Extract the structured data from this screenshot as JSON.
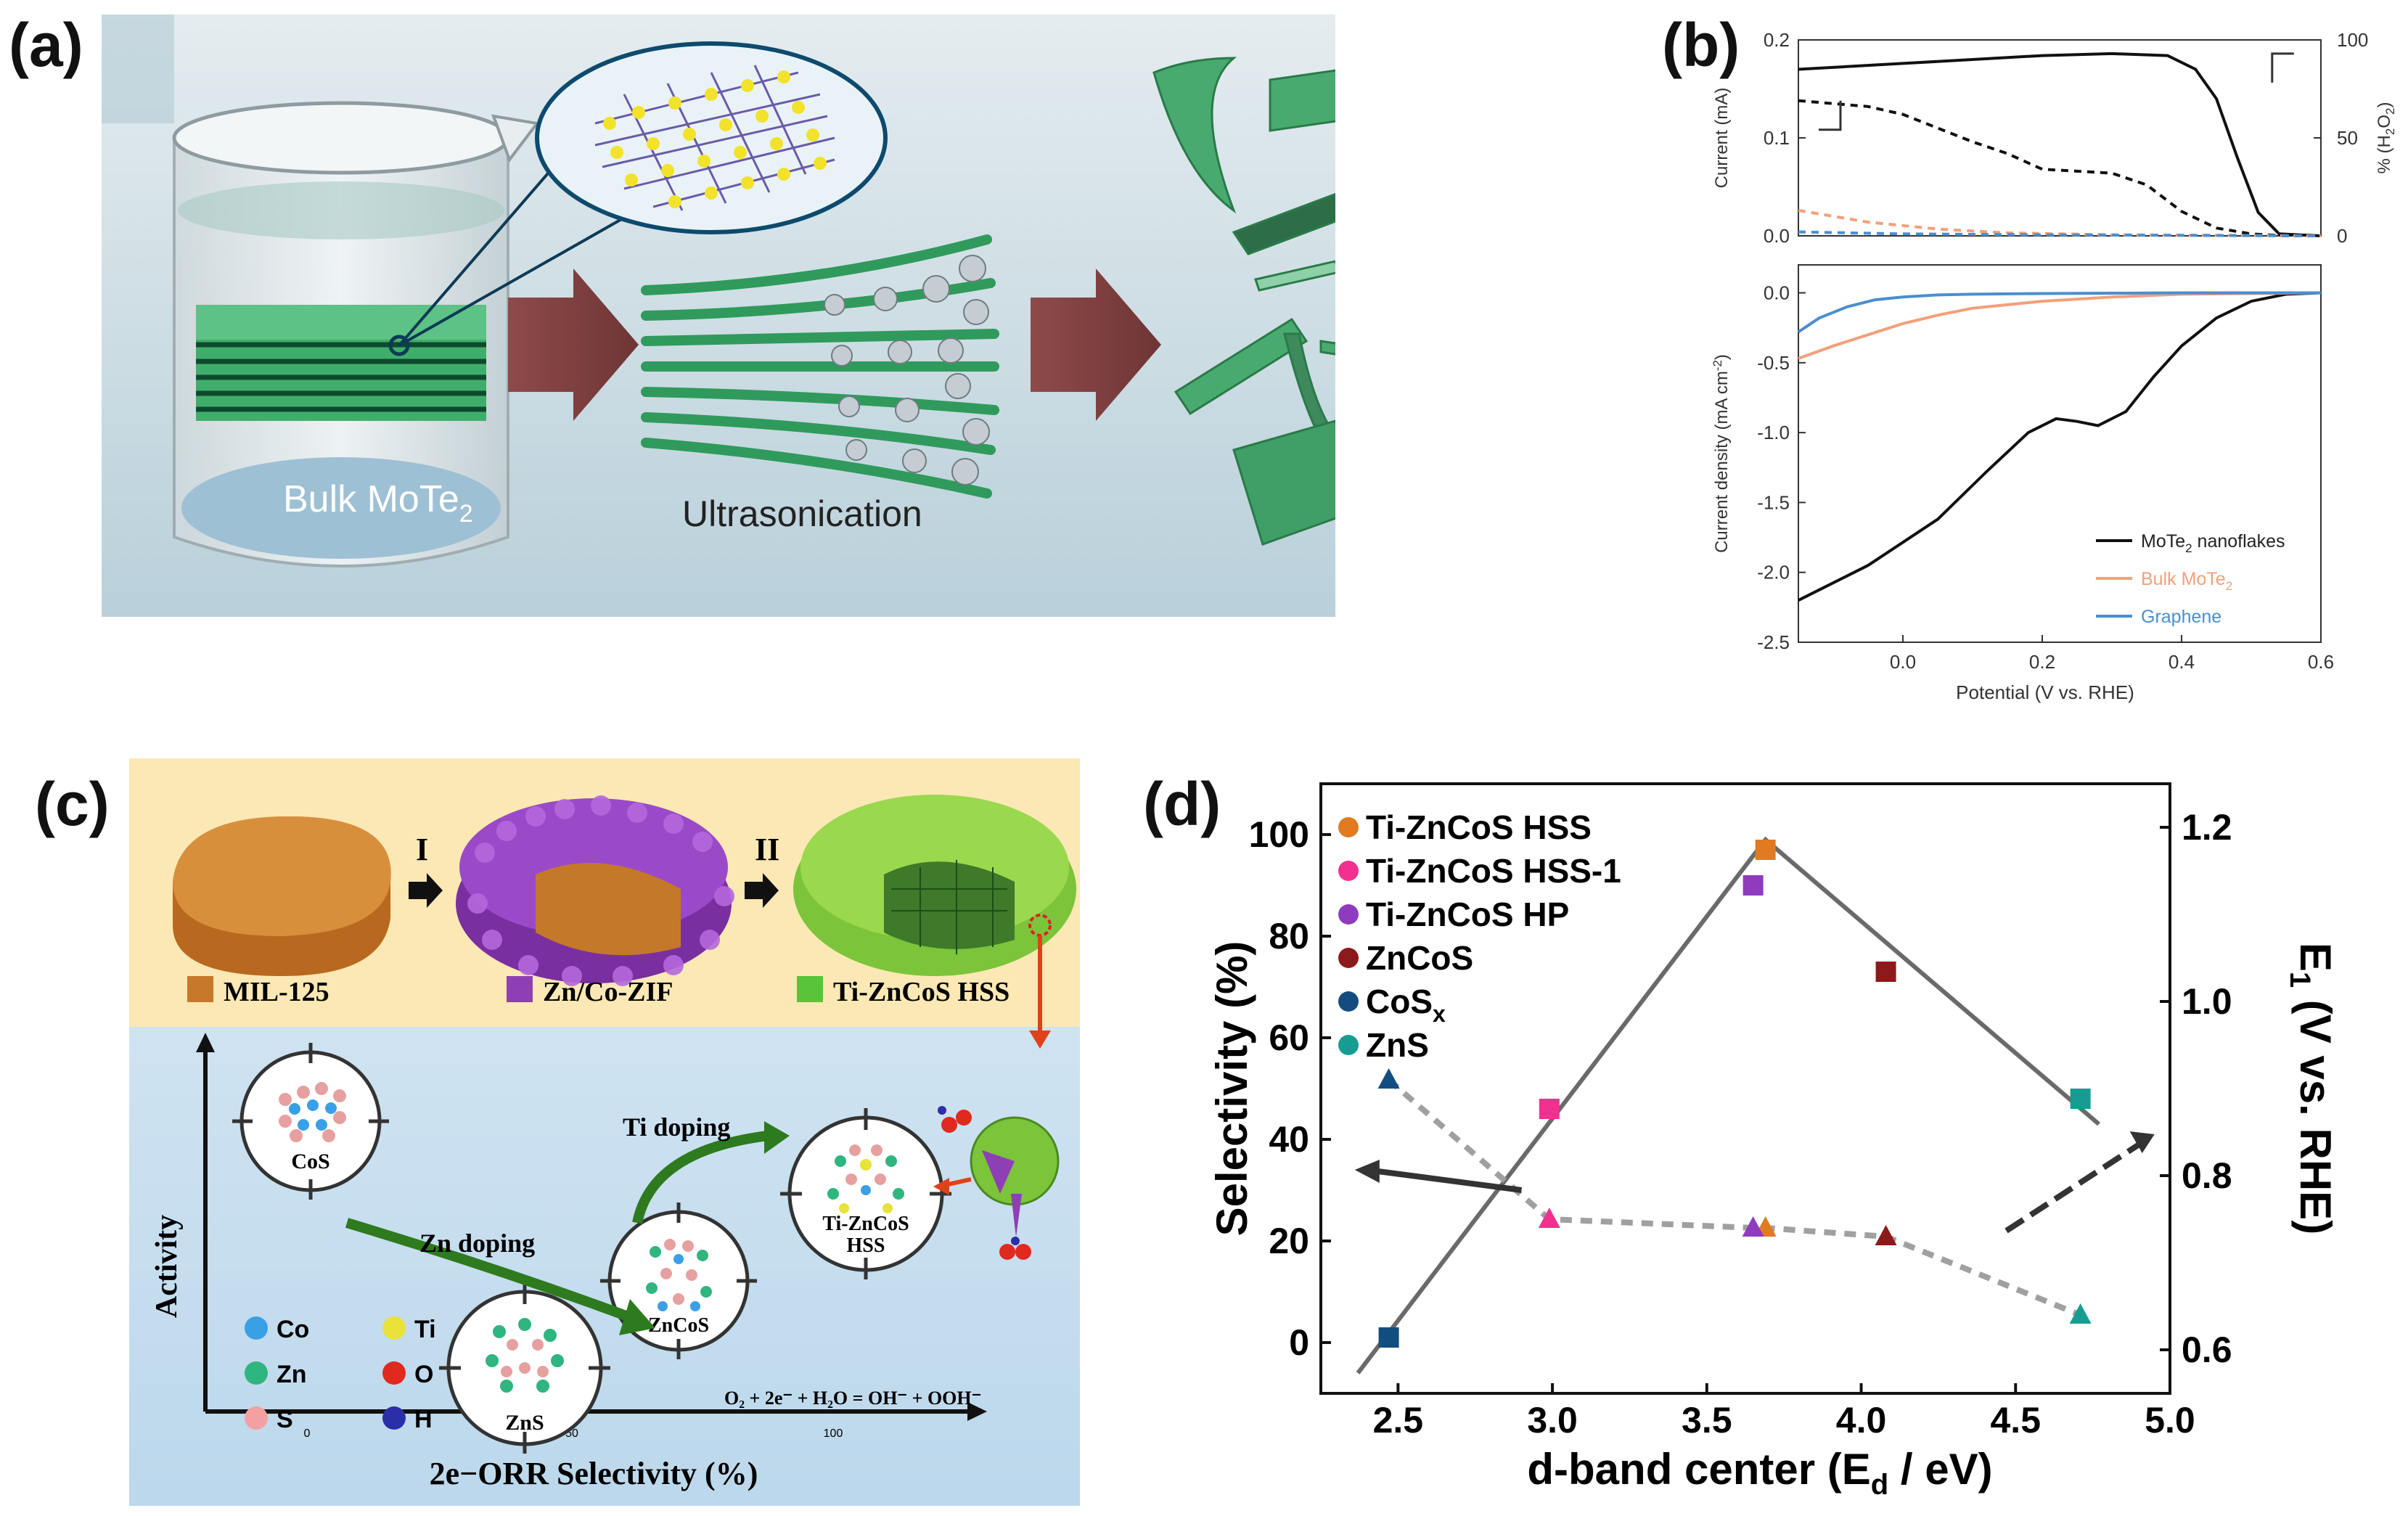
{
  "panels": {
    "a": {
      "letter": "(a)",
      "bulk_label": "Bulk MoTe",
      "bulk_sub": "2",
      "process_label": "Ultrasonication"
    },
    "b": {
      "letter": "(b)"
    },
    "c": {
      "letter": "(c)",
      "step1": "I",
      "step2": "II",
      "legend_top": [
        "MIL-125",
        "Zn/Co-ZIF",
        "Ti-ZnCoS HSS"
      ],
      "legend_top_colors": [
        "#c8782a",
        "#8e3fb5",
        "#59c43a"
      ],
      "y_axis": "Activity",
      "x_axis": "2e−ORR Selectivity (%)",
      "x_ticks": [
        "0",
        "50",
        "100"
      ],
      "zn_doping": "Zn doping",
      "ti_doping": "Ti doping",
      "labels": {
        "cos": "CoS",
        "zns": "ZnS",
        "zncos": "ZnCoS",
        "tizncos1": "Ti-ZnCoS",
        "tizncos2": "HSS"
      },
      "atoms": [
        {
          "label": "Co",
          "color": "#3aa0e6"
        },
        {
          "label": "Ti",
          "color": "#e8e23a"
        },
        {
          "label": "Zn",
          "color": "#2fb57f"
        },
        {
          "label": "O",
          "color": "#e0291f"
        },
        {
          "label": "S",
          "color": "#f2a0a0"
        },
        {
          "label": "H",
          "color": "#2a2fa8"
        }
      ],
      "equation": "O₂ + 2e⁻ + H₂O = OH⁻ + OOH⁻"
    },
    "d": {
      "letter": "(d)"
    }
  },
  "chart_data": [
    {
      "id": "b-top",
      "type": "line",
      "xlim": [
        -0.15,
        0.6
      ],
      "ylabel_left": "Current (mA)",
      "ylim_left": [
        0,
        0.2
      ],
      "yticks_left": [
        "0.0",
        "0.1",
        "0.2"
      ],
      "ylabel_right": "% (H",
      "ylabel_right_sub": "2",
      "ylabel_right_end": "O",
      "ylabel_right_sub2": "2",
      "ylabel_right_close": ")",
      "ylim_right": [
        0,
        100
      ],
      "yticks_right": [
        "0",
        "50",
        "100"
      ],
      "series": [
        {
          "axis": "right",
          "style": "solid",
          "color": "#111111",
          "x": [
            -0.15,
            0.0,
            0.1,
            0.2,
            0.3,
            0.38,
            0.42,
            0.45,
            0.48,
            0.51,
            0.54,
            0.6
          ],
          "y": [
            85,
            88,
            90,
            92,
            93,
            92,
            85,
            70,
            40,
            12,
            1,
            0
          ]
        },
        {
          "axis": "left",
          "style": "dashed",
          "color": "#111111",
          "x": [
            -0.15,
            -0.05,
            0.0,
            0.05,
            0.1,
            0.15,
            0.2,
            0.25,
            0.3,
            0.35,
            0.4,
            0.45,
            0.5,
            0.55,
            0.6
          ],
          "y": [
            0.138,
            0.132,
            0.124,
            0.11,
            0.096,
            0.084,
            0.068,
            0.066,
            0.064,
            0.052,
            0.025,
            0.008,
            0.002,
            0.0,
            0.0
          ]
        },
        {
          "axis": "left",
          "style": "dashed",
          "color": "#f2a07a",
          "x": [
            -0.15,
            -0.05,
            0.05,
            0.15,
            0.3,
            0.6
          ],
          "y": [
            0.026,
            0.014,
            0.007,
            0.003,
            0.001,
            0.0
          ]
        },
        {
          "axis": "left",
          "style": "dashed",
          "color": "#4a8fd0",
          "x": [
            -0.15,
            0.0,
            0.2,
            0.6
          ],
          "y": [
            0.004,
            0.002,
            0.001,
            0.0
          ]
        }
      ]
    },
    {
      "id": "b-bottom",
      "type": "line",
      "xlabel": "Potential (V vs. RHE)",
      "ylabel": "Current density (mA cm",
      "ylabel_sup": "-2",
      "ylabel_close": ")",
      "xlim": [
        -0.15,
        0.6
      ],
      "ylim": [
        -2.5,
        0.2
      ],
      "xticks": [
        0.0,
        0.2,
        0.4,
        0.6
      ],
      "xtick_labels": [
        "0.0",
        "0.2",
        "0.4",
        "0.6"
      ],
      "yticks": [
        0.0,
        -0.5,
        -1.0,
        -1.5,
        -2.0,
        -2.5
      ],
      "ytick_labels": [
        "0.0",
        "-0.5",
        "-1.0",
        "-1.5",
        "-2.0",
        "-2.5"
      ],
      "series": [
        {
          "name": "MoTe",
          "name_sub": "2",
          "name_end": " nanoflakes",
          "color": "#111111",
          "x": [
            -0.15,
            -0.05,
            0.05,
            0.12,
            0.18,
            0.22,
            0.25,
            0.28,
            0.32,
            0.36,
            0.4,
            0.45,
            0.5,
            0.55,
            0.6
          ],
          "y": [
            -2.2,
            -1.95,
            -1.62,
            -1.28,
            -1.0,
            -0.9,
            -0.92,
            -0.95,
            -0.85,
            -0.6,
            -0.38,
            -0.18,
            -0.06,
            -0.01,
            0.0
          ]
        },
        {
          "name": "Bulk MoTe",
          "name_sub": "2",
          "name_end": "",
          "color": "#f2a07a",
          "x": [
            -0.15,
            -0.1,
            -0.05,
            0.0,
            0.05,
            0.1,
            0.2,
            0.3,
            0.4,
            0.6
          ],
          "y": [
            -0.47,
            -0.38,
            -0.3,
            -0.22,
            -0.16,
            -0.11,
            -0.06,
            -0.03,
            -0.01,
            0.0
          ]
        },
        {
          "name": "Graphene",
          "name_sub": "",
          "name_end": "",
          "color": "#4a8fd0",
          "x": [
            -0.15,
            -0.12,
            -0.08,
            -0.04,
            0.0,
            0.05,
            0.1,
            0.2,
            0.4,
            0.6
          ],
          "y": [
            -0.28,
            -0.18,
            -0.1,
            -0.05,
            -0.03,
            -0.015,
            -0.01,
            -0.005,
            0.0,
            0.0
          ]
        }
      ]
    },
    {
      "id": "d",
      "type": "scatter",
      "xlabel": "d-band center (E",
      "xlabel_sub": "d",
      "xlabel_end": " / eV)",
      "ylabel": "Selectivity (%)",
      "ylabel_right": "E",
      "ylabel_right_sub": "1",
      "ylabel_right_end": " (V vs. RHE)",
      "xlim": [
        2.25,
        5.0
      ],
      "ylim": [
        -10,
        110
      ],
      "ylim_right": [
        0.55,
        1.25
      ],
      "xticks": [
        2.5,
        3.0,
        3.5,
        4.0,
        4.5,
        5.0
      ],
      "xtick_labels": [
        "2.5",
        "3.0",
        "3.5",
        "4.0",
        "4.5",
        "5.0"
      ],
      "yticks": [
        0,
        20,
        40,
        60,
        80,
        100
      ],
      "ytick_labels": [
        "0",
        "20",
        "40",
        "60",
        "80",
        "100"
      ],
      "yticks_right": [
        0.6,
        0.8,
        1.0,
        1.2
      ],
      "ytick_labels_right": [
        "0.6",
        "0.8",
        "1.0",
        "1.2"
      ],
      "series": [
        {
          "name": "Ti-ZnCoS HSS",
          "name_sub": "",
          "color": "#e07b22",
          "x": 3.69,
          "selectivity": 97,
          "e1": 0.74
        },
        {
          "name": "Ti-ZnCoS HSS-1",
          "name_sub": "",
          "color": "#f2308f",
          "x": 2.99,
          "selectivity": 46,
          "e1": 0.75
        },
        {
          "name": "Ti-ZnCoS HP",
          "name_sub": "",
          "color": "#8f3bbf",
          "x": 3.65,
          "selectivity": 90,
          "e1": 0.74
        },
        {
          "name": "ZnCoS",
          "name_sub": "",
          "color": "#8c1a1a",
          "x": 4.08,
          "selectivity": 73,
          "e1": 0.73
        },
        {
          "name": "CoS",
          "name_sub": "x",
          "color": "#134d80",
          "x": 2.47,
          "selectivity": 1,
          "e1": 0.91
        },
        {
          "name": "ZnS",
          "name_sub": "",
          "color": "#179c92",
          "x": 4.71,
          "selectivity": 48,
          "e1": 0.64
        }
      ],
      "fit_line": {
        "x": [
          2.37,
          3.69,
          4.77
        ],
        "selectivity": [
          -6,
          99,
          43
        ]
      },
      "dotted_line_order": [
        4,
        1,
        2,
        0,
        3,
        5
      ]
    }
  ]
}
